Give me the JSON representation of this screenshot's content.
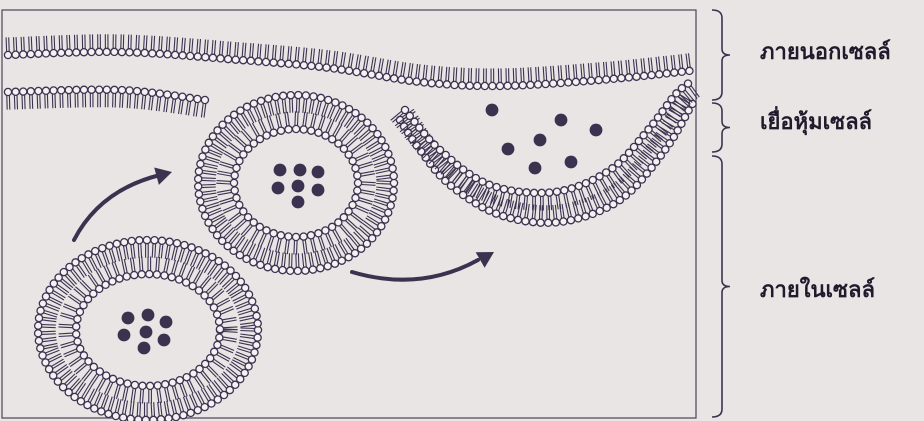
{
  "labels": {
    "outside": "ภายนอกเซลล์",
    "membrane": "เยื่อหุ้มเซลล์",
    "inside": "ภายในเซลล์"
  },
  "colors": {
    "background": "#e9e5e4",
    "ink": "#3b3250",
    "particle": "#3b3250"
  },
  "scene": {
    "process": "exocytosis",
    "vesicles": [
      {
        "id": "vesicle-inner",
        "particles": 7
      },
      {
        "id": "vesicle-fusing",
        "particles": 7
      }
    ],
    "released_particles": 7,
    "arrows": 2
  }
}
